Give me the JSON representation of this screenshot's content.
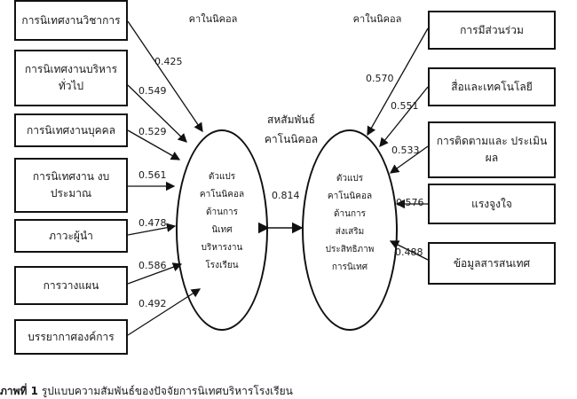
{
  "top_labels": {
    "left": "คาในนิคอล",
    "right": "คาในนิคอล"
  },
  "left_factors": [
    {
      "label": "การนิเทศงานวิชาการ",
      "weight": "0.425"
    },
    {
      "label": "การนิเทศงานบริหาร ทั่วไป",
      "weight": "0.549"
    },
    {
      "label": "การนิเทศงานบุคคล",
      "weight": "0.529"
    },
    {
      "label": "การนิเทศงาน งบประมาณ",
      "weight": "0.561"
    },
    {
      "label": "ภาวะผู้นำ",
      "weight": "0.478"
    },
    {
      "label": "การวางแผน",
      "weight": "0.586"
    },
    {
      "label": "บรรยากาศองค์การ",
      "weight": "0.492"
    }
  ],
  "right_factors": [
    {
      "label": "การมีส่วนร่วม",
      "weight": "0.570"
    },
    {
      "label": "สื่อและเทคโนโลยี",
      "weight": "0.551"
    },
    {
      "label": "การติดตามและ ประเมินผล",
      "weight": "0.533"
    },
    {
      "label": "แรงจูงใจ",
      "weight": "0.576"
    },
    {
      "label": "ข้อมูลสารสนเทศ",
      "weight": "0.488"
    }
  ],
  "left_construct": [
    "ตัวแปร",
    "คาโนนิคอล",
    "ด้านการ",
    "นิเทศ",
    "บริหารงาน",
    "โรงเรียน"
  ],
  "right_construct": [
    "ตัวแปร",
    "คาโนนิคอล",
    "ด้านการ",
    "ส่งเสริม",
    "ประสิทธิภาพ",
    "การนิเทศ"
  ],
  "correlation": {
    "title_line1": "สหสัมพันธ์",
    "title_line2": "คาโนนิคอล",
    "value": "0.814"
  },
  "caption": {
    "prefix": "ภาพที่ 1",
    "text": " รูปแบบความสัมพันธ์ของปัจจัยการนิเทศบริหารโรงเรียน"
  }
}
